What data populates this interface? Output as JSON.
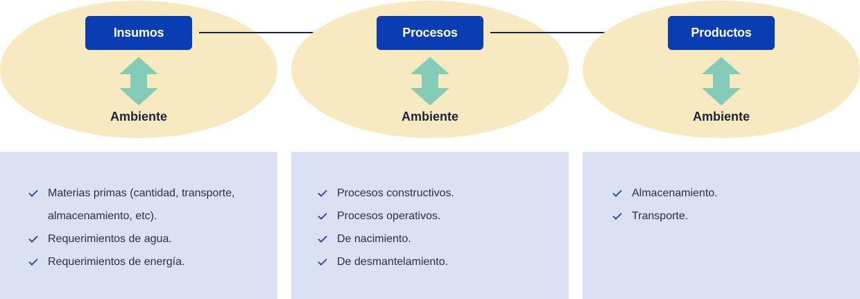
{
  "colors": {
    "ellipse": "#f8eac0",
    "box": "#0b3db2",
    "box_text": "#ffffff",
    "double_arrow": "#85ccb8",
    "connector": "#1b2437",
    "panel": "#d9e1f2",
    "check": "#1d3f9e"
  },
  "stages": [
    {
      "title": "Insumos",
      "environment": "Ambiente",
      "items": [
        "Materias primas (cantidad, transporte, almacenamiento, etc).",
        "Requerimientos de agua.",
        "Requerimientos de energía."
      ]
    },
    {
      "title": "Procesos",
      "environment": "Ambiente",
      "items": [
        "Procesos constructivos.",
        "Procesos operativos.",
        "De nacimiento.",
        "De desmantelamiento."
      ]
    },
    {
      "title": "Productos",
      "environment": "Ambiente",
      "items": [
        "Almacenamiento.",
        "Transporte."
      ]
    }
  ],
  "icons": {
    "stage_connector": "arrow-right-icon",
    "environment_link": "double-arrow-vertical-icon",
    "list_bullet": "checkmark-icon"
  }
}
